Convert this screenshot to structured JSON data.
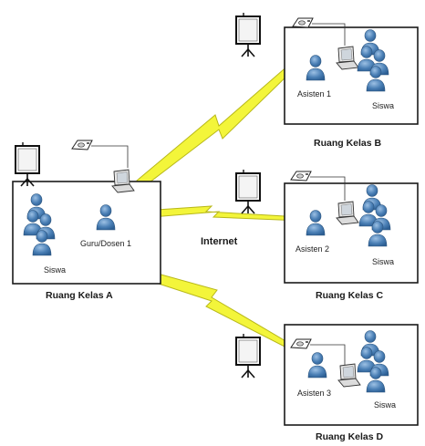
{
  "colors": {
    "person_fill": "#4a7fb5",
    "person_highlight": "#8fb6dc",
    "lightning_fill": "#f3f53a",
    "lightning_stroke": "#b8b81a",
    "box_stroke": "#1a1a1a"
  },
  "icons": [
    "projector-screen-icon",
    "projector-icon",
    "laptop-icon",
    "person-icon",
    "lightning-link-icon"
  ],
  "network_label": "Internet",
  "rooms": {
    "A": {
      "name": "Ruang Kelas A",
      "teacher": "Guru/Dosen 1",
      "students": "Siswa"
    },
    "B": {
      "name": "Ruang Kelas B",
      "assistant": "Asisten 1",
      "students": "Siswa"
    },
    "C": {
      "name": "Ruang Kelas C",
      "assistant": "Asisten 2",
      "students": "Siswa"
    },
    "D": {
      "name": "Ruang Kelas D",
      "assistant": "Asisten 3",
      "students": "Siswa"
    }
  }
}
